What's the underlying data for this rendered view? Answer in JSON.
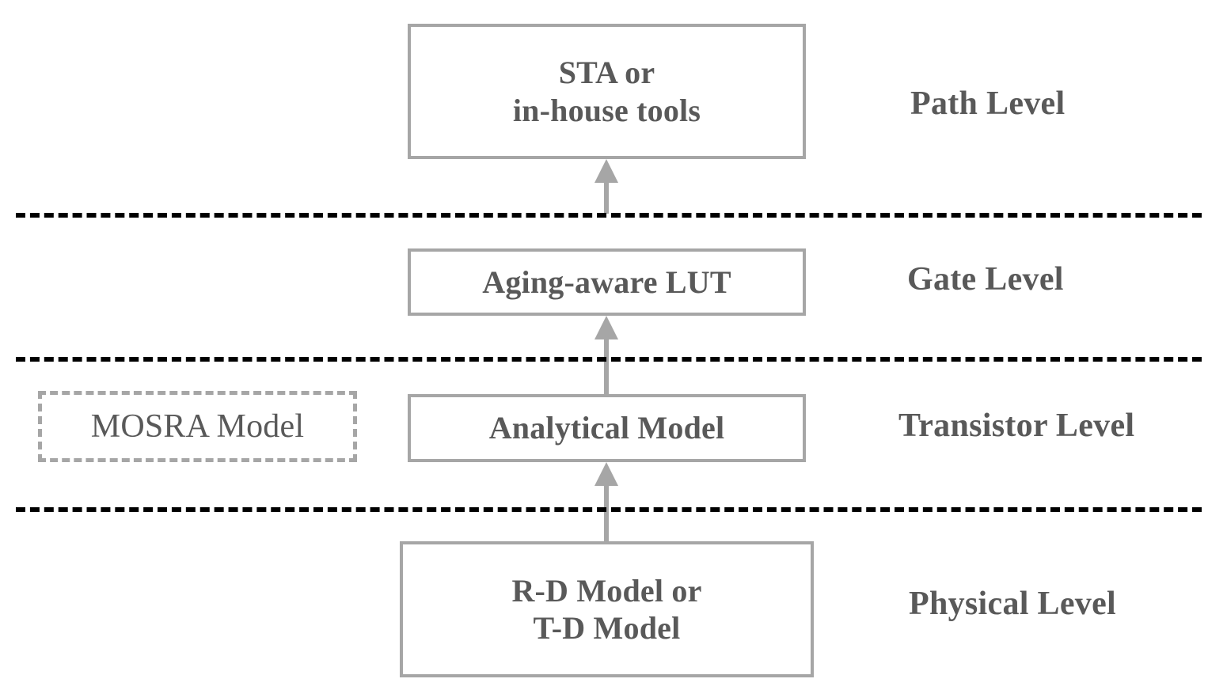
{
  "diagram": {
    "title": "Reliability / aging model abstraction hierarchy",
    "colors": {
      "box_border": "#a6a6a6",
      "text": "#595959",
      "separator": "#000000",
      "arrow": "#a6a6a6",
      "background": "#ffffff"
    },
    "boxes": [
      {
        "id": "sta",
        "label": "STA  or\nin-house tools",
        "style": "solid",
        "level": "Path Level"
      },
      {
        "id": "lut",
        "label": "Aging-aware LUT",
        "style": "solid",
        "level": "Gate Level"
      },
      {
        "id": "analytical",
        "label": "Analytical Model",
        "style": "solid",
        "level": "Transistor Level"
      },
      {
        "id": "mosra",
        "label": "MOSRA Model",
        "style": "dashed",
        "level": "Transistor Level"
      },
      {
        "id": "rd",
        "label": "R-D Model or\nT-D Model",
        "style": "solid",
        "level": "Physical Level"
      }
    ],
    "levels": [
      {
        "id": "path",
        "label": "Path Level"
      },
      {
        "id": "gate",
        "label": "Gate Level"
      },
      {
        "id": "transistor",
        "label": "Transistor Level"
      },
      {
        "id": "physical",
        "label": "Physical Level"
      }
    ],
    "arrows": [
      {
        "id": "phys-to-trans",
        "from": "rd",
        "to": "analytical",
        "direction": "up"
      },
      {
        "id": "trans-to-gate",
        "from": "analytical",
        "to": "lut",
        "direction": "up"
      },
      {
        "id": "gate-to-path",
        "from": "lut",
        "to": "sta",
        "direction": "up"
      }
    ],
    "separators": [
      {
        "id": "sep-1",
        "between": "Path Level / Gate Level"
      },
      {
        "id": "sep-2",
        "between": "Gate Level / Transistor Level"
      },
      {
        "id": "sep-3",
        "between": "Transistor Level / Physical Level"
      }
    ]
  }
}
